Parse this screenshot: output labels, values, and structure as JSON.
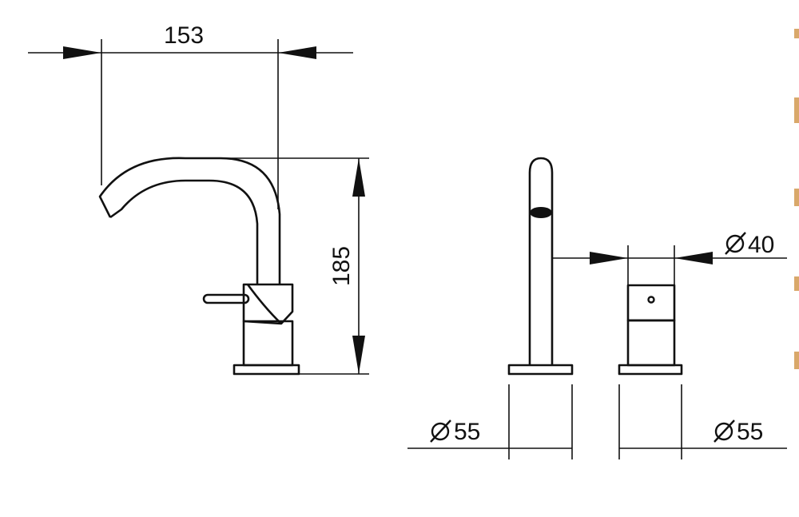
{
  "dimensions": {
    "spout_reach": "153",
    "spout_height": "185",
    "handle_diameter": "40",
    "spout_base_diameter": "55",
    "handle_base_diameter": "55"
  },
  "symbols": {
    "diameter": "⌀"
  },
  "colors": {
    "line": "#111111",
    "edge_marks": "#d9a86a"
  }
}
